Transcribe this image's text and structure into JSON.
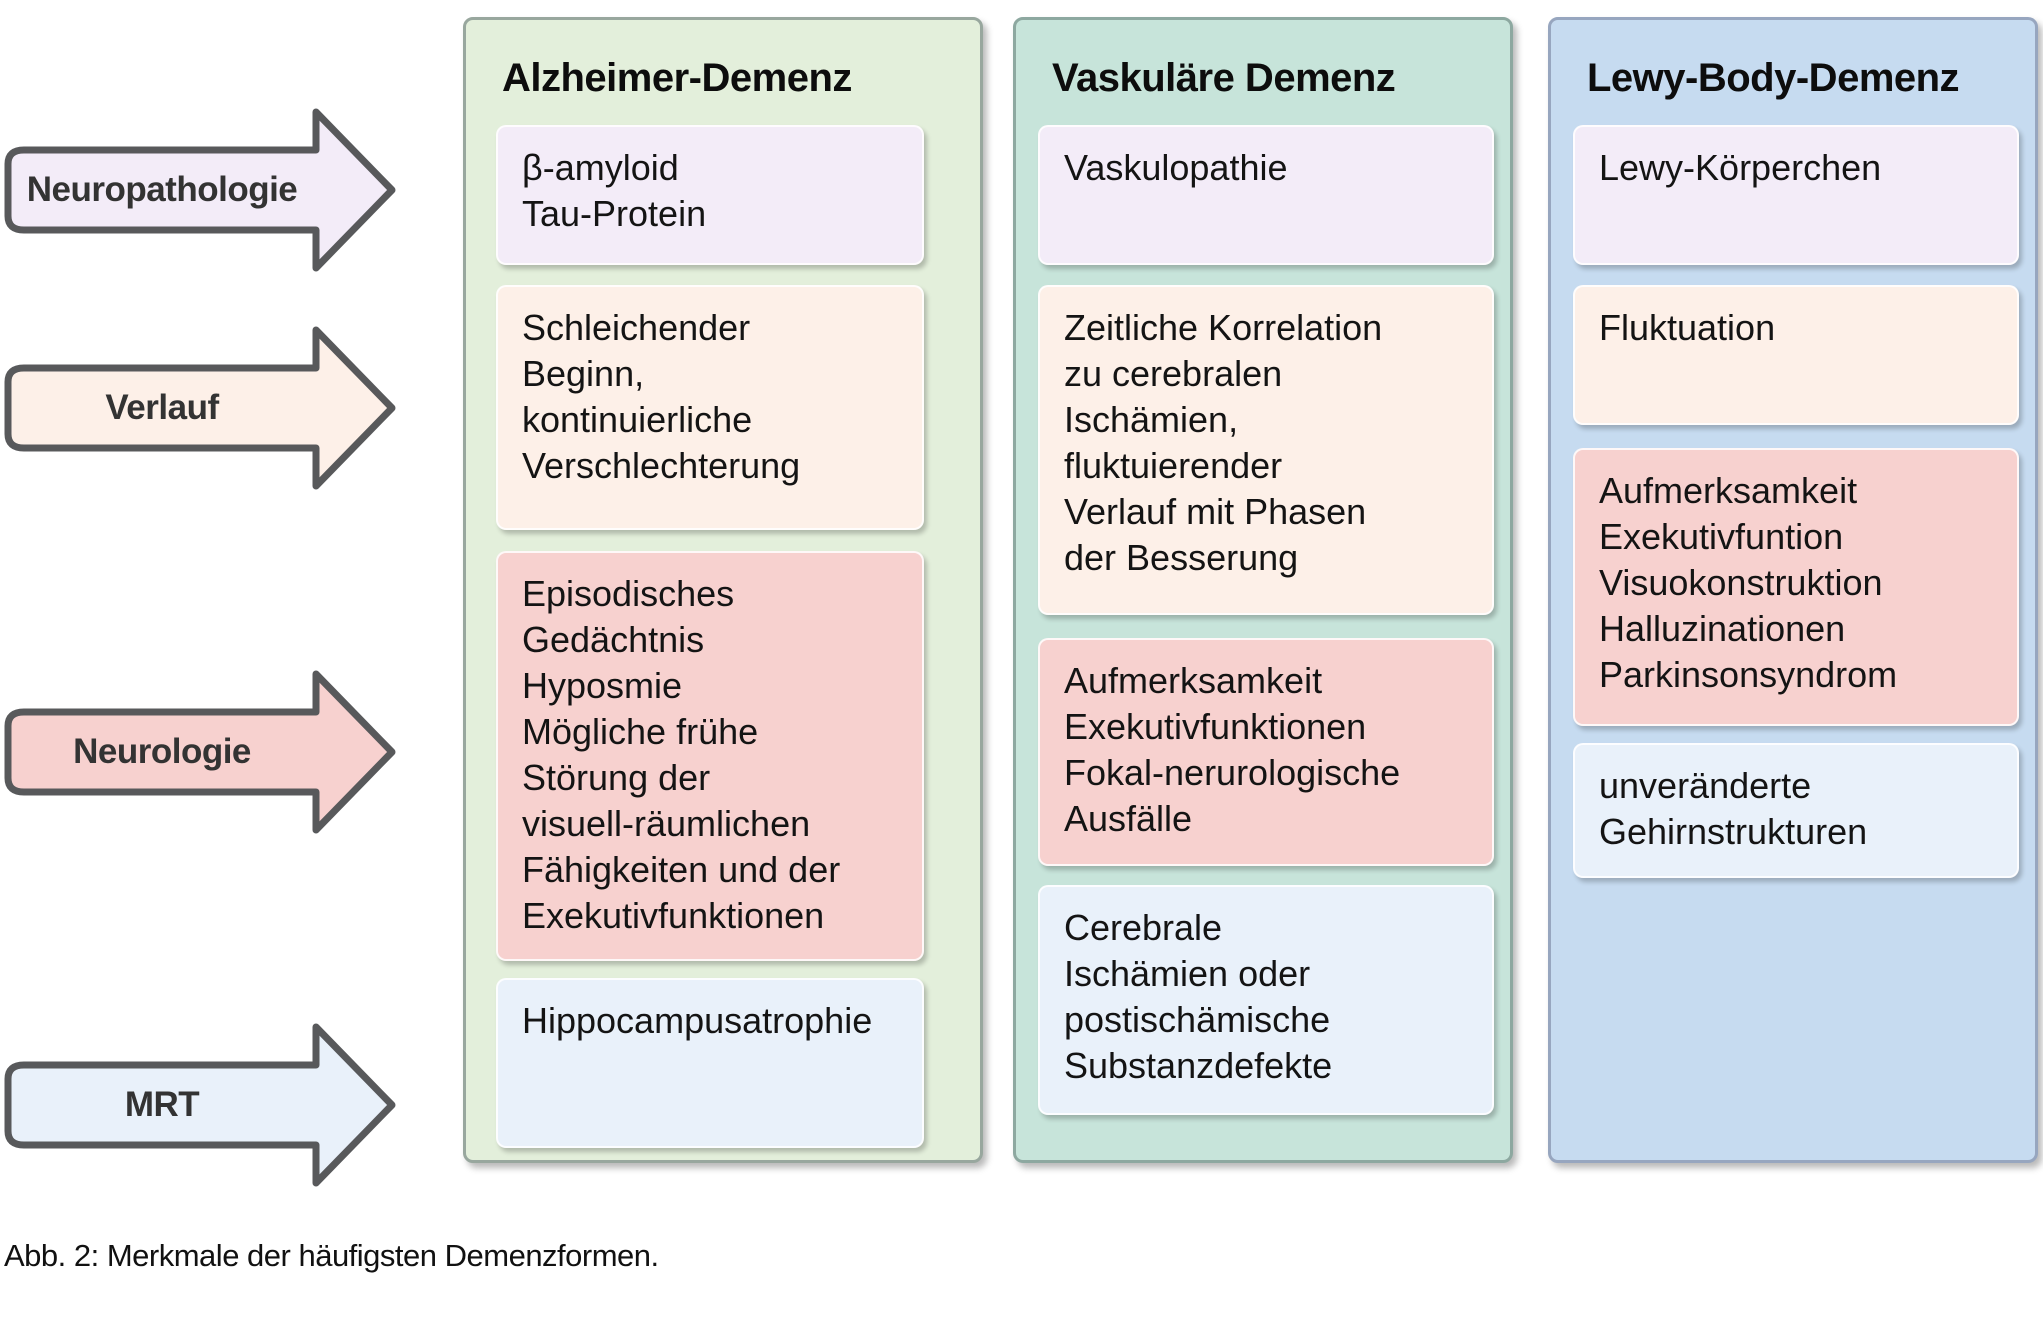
{
  "figure": {
    "caption": "Abb. 2: Merkmale der häufigsten Demenzformen."
  },
  "arrow_rows": [
    {
      "id": "neuropathologie",
      "label": "Neuropathologie"
    },
    {
      "id": "verlauf",
      "label": "Verlauf"
    },
    {
      "id": "neurologie",
      "label": "Neurologie"
    },
    {
      "id": "mrt",
      "label": "MRT"
    }
  ],
  "columns": [
    {
      "title": "Alzheimer-Demenz",
      "boxes": [
        {
          "row": "Neuropathologie",
          "text": "β-amyloid\nTau-Protein"
        },
        {
          "row": "Verlauf",
          "text": "Schleichender\nBeginn,\nkontinuierliche\nVerschlechterung"
        },
        {
          "row": "Neurologie",
          "text": "Episodisches\nGedächtnis\nHyposmie\nMögliche frühe\nStörung der\nvisuell-räumlichen\nFähigkeiten und der\nExekutivfunktionen"
        },
        {
          "row": "MRT",
          "text": "Hippocampusatrophie"
        }
      ]
    },
    {
      "title": "Vaskuläre Demenz",
      "boxes": [
        {
          "row": "Neuropathologie",
          "text": "Vaskulopathie"
        },
        {
          "row": "Verlauf",
          "text": "Zeitliche Korrelation\nzu cerebralen\nIschämien,\nfluktuierender\nVerlauf mit Phasen\nder Besserung"
        },
        {
          "row": "Neurologie",
          "text": "Aufmerksamkeit\nExekutivfunktionen\nFokal-nerurologische\nAusfälle"
        },
        {
          "row": "MRT",
          "text": "Cerebrale\nIschämien oder\npostischämische\nSubstanzdefekte"
        }
      ]
    },
    {
      "title": "Lewy-Body-Demenz",
      "boxes": [
        {
          "row": "Neuropathologie",
          "text": "Lewy-Körperchen"
        },
        {
          "row": "Verlauf",
          "text": "Fluktuation"
        },
        {
          "row": "Neurologie",
          "text": "Aufmerksamkeit\nExekutivfuntion\nVisuokonstruktion\nHalluzinationen\nParkinsonsyndrom"
        },
        {
          "row": "MRT",
          "text": "unveränderte\nGehirnstrukturen"
        }
      ]
    }
  ],
  "colors": {
    "row_neuropathologie": "#f3ecf8",
    "row_verlauf": "#fdf0e8",
    "row_neurologie": "#f7d1cf",
    "row_mrt": "#e9f1fa",
    "col_alzheimer_bg": "#e3efdb",
    "col_alzheimer_border": "#98a79e",
    "col_vaskulaere_bg": "#c7e4da",
    "col_vaskulaere_border": "#8da8a0",
    "col_lewy_bg": "#c6dbf0",
    "col_lewy_border": "#97a6bf",
    "arrow_outline": "#58595b",
    "text": "#141414"
  }
}
